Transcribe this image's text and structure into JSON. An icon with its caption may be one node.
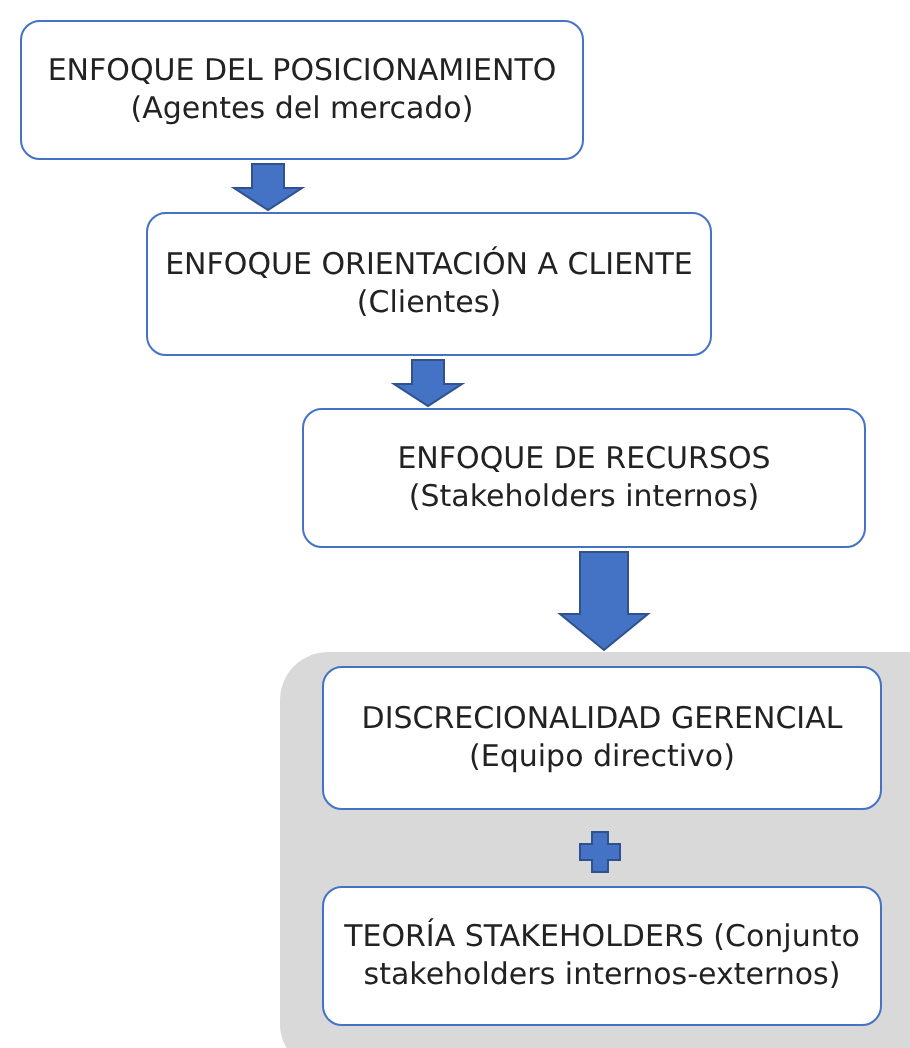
{
  "diagram": {
    "nodes": [
      {
        "text": [
          "ENFOQUE DEL POSICIONAMIENTO (Agentes del mercado)"
        ]
      },
      {
        "text": [
          "ENFOQUE ORIENTACIÓN A CLIENTE (Clientes)"
        ]
      },
      {
        "text": [
          "ENFOQUE DE RECURSOS (Stakeholders internos)"
        ]
      },
      {
        "text": [],
        "shape": "box"
      },
      {
        "text": [
          "DISCRECIONALIDAD GERENCIAL (Equipo directivo)"
        ],
        "in": 3
      },
      {
        "text": [
          "TEORÍA STAKEHOLDERS (Conjunto stakeholders internos-externos)"
        ],
        "in": 3
      }
    ],
    "edges": [
      {
        "from": 0,
        "to": 1,
        "arrow": "to"
      },
      {
        "from": 1,
        "to": 2,
        "arrow": "to"
      },
      {
        "from": 2,
        "to": 3,
        "arrow": "to"
      }
    ]
  }
}
